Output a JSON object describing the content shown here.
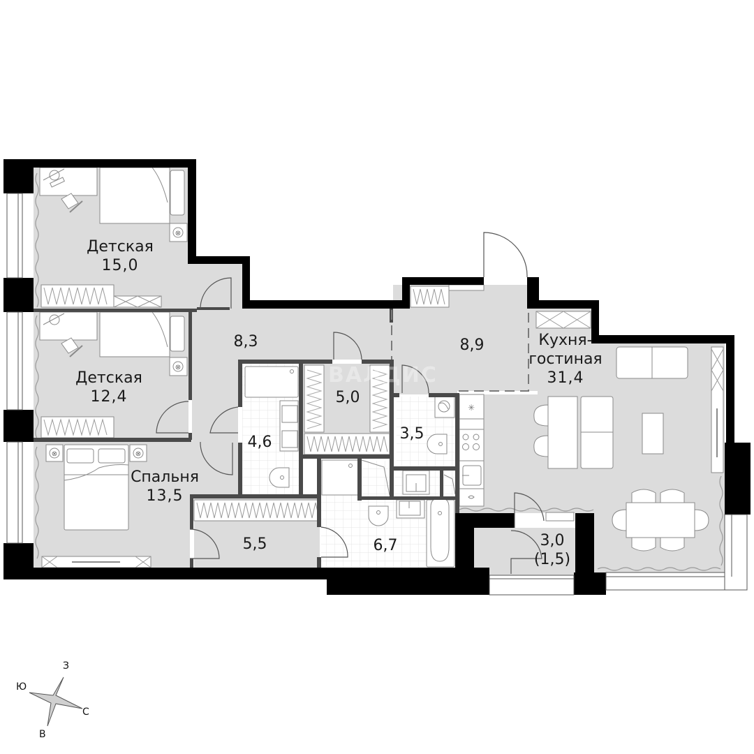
{
  "plan": {
    "type": "apartment-floor-plan",
    "watermark": "ВАЛДИС",
    "colors": {
      "wall": "#000000",
      "partition": "#505050",
      "floor_room": "#dcdcdc",
      "floor_wet": "#ffffff",
      "tile_grid": "#e6e6e6",
      "furniture_fill": "#ffffff",
      "furniture_stroke": "#8a8a8a",
      "background": "#ffffff"
    },
    "rooms": [
      {
        "id": "kids-room-1",
        "name": "Детская",
        "area": "15,0"
      },
      {
        "id": "kids-room-2",
        "name": "Детская",
        "area": "12,4"
      },
      {
        "id": "bedroom",
        "name": "Спальня",
        "area": "13,5"
      },
      {
        "id": "hall",
        "name": "",
        "area": "8,3"
      },
      {
        "id": "entrance",
        "name": "",
        "area": "8,9"
      },
      {
        "id": "kitchen-living",
        "name_line1": "Кухня-",
        "name_line2": "гостиная",
        "area": "31,4"
      },
      {
        "id": "bathroom-1",
        "name": "",
        "area": "4,6"
      },
      {
        "id": "wardrobe-1",
        "name": "",
        "area": "5,0"
      },
      {
        "id": "bathroom-2",
        "name": "",
        "area": "3,5"
      },
      {
        "id": "wardrobe-2",
        "name": "",
        "area": "5,5"
      },
      {
        "id": "bathroom-3",
        "name": "",
        "area": "6,7"
      },
      {
        "id": "balcony",
        "name": "",
        "area": "3,0",
        "area_reduced": "(1,5)"
      }
    ]
  },
  "compass": {
    "north": "С",
    "south": "Ю",
    "east": "В",
    "west": "З"
  }
}
